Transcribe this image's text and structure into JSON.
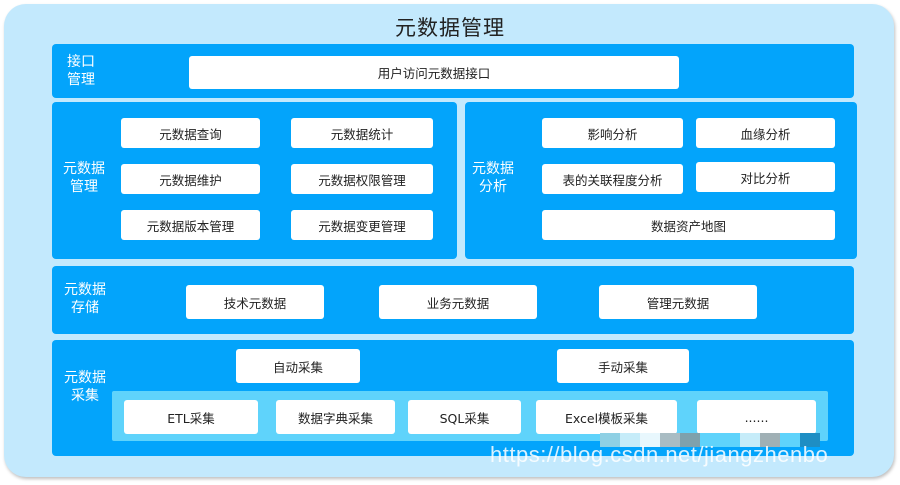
{
  "title": "元数据管理",
  "colors": {
    "frame_bg": "#c3e9fd",
    "panel_bg": "#03a4fb",
    "box_bg": "#ffffff",
    "inner_bg": "#5fd3fb"
  },
  "layers": {
    "interface": {
      "label_line1": "接口",
      "label_line2": "管理",
      "items": [
        "用户访问元数据接口"
      ]
    },
    "management": {
      "label_line1": "元数据",
      "label_line2": "管理",
      "items": [
        "元数据查询",
        "元数据统计",
        "元数据维护",
        "元数据权限管理",
        "元数据版本管理",
        "元数据变更管理"
      ]
    },
    "analysis": {
      "label_line1": "元数据",
      "label_line2": "分析",
      "items": [
        "影响分析",
        "血缘分析",
        "表的关联程度分析",
        "对比分析",
        "数据资产地图"
      ]
    },
    "storage": {
      "label_line1": "元数据",
      "label_line2": "存储",
      "items": [
        "技术元数据",
        "业务元数据",
        "管理元数据"
      ]
    },
    "collection": {
      "label_line1": "元数据",
      "label_line2": "采集",
      "modes": [
        "自动采集",
        "手动采集"
      ],
      "methods": [
        "ETL采集",
        "数据字典采集",
        "SQL采集",
        "Excel模板采集",
        "......"
      ]
    }
  },
  "watermark": "https://blog.csdn.net/jiangzhenbo"
}
